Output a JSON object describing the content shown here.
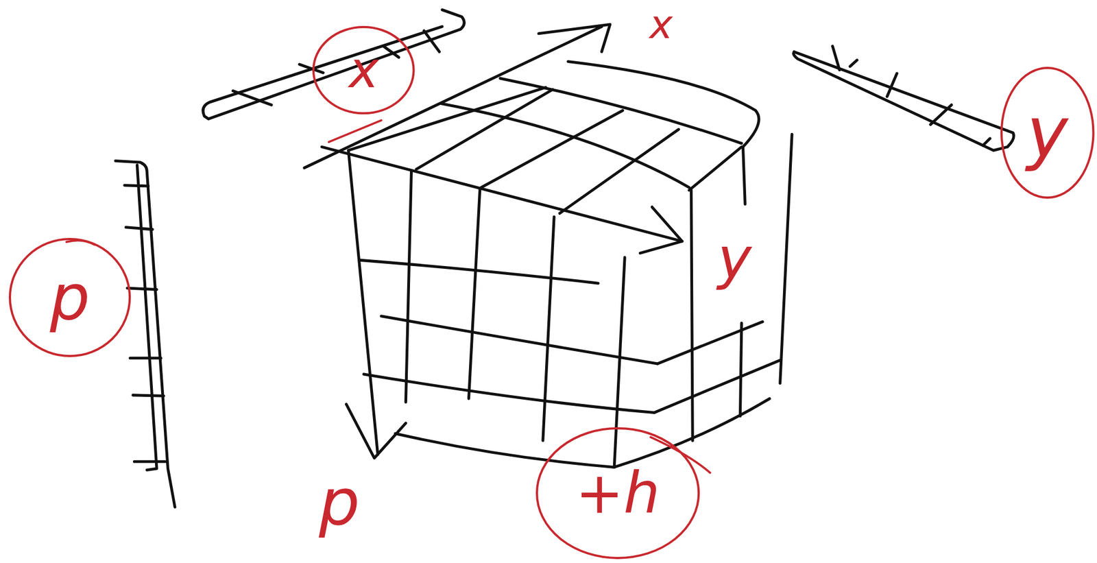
{
  "diagram": {
    "nodes": [
      {
        "text": [
          "x"
        ]
      },
      {
        "text": [
          "y"
        ]
      },
      {
        "text": [
          "p"
        ]
      },
      {
        "text": [
          "+h"
        ]
      }
    ],
    "labels": [
      "x",
      "y",
      "p"
    ]
  }
}
